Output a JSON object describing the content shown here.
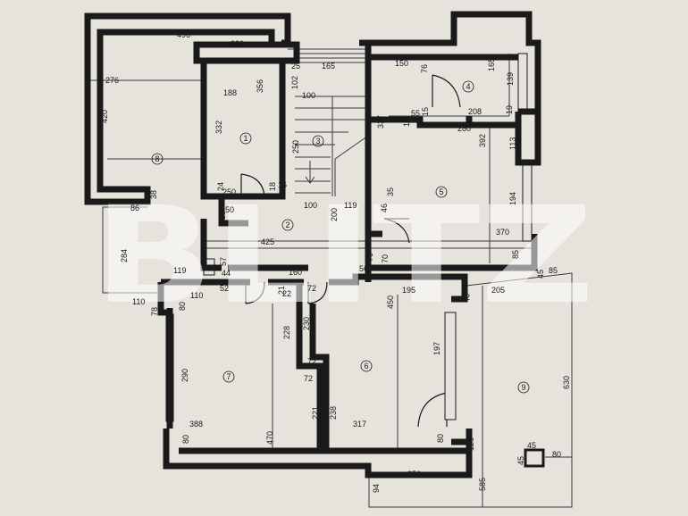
{
  "watermark": "BLITZ",
  "colors": {
    "paper": "#e6e3dd",
    "wall": "#1a1a1a",
    "line": "#3a3a3a",
    "watermark": "#ffffff"
  },
  "rooms": [
    "1",
    "2",
    "3",
    "4",
    "5",
    "6",
    "7",
    "8",
    "9"
  ],
  "dimensions": {
    "d496": "496",
    "d220": "220",
    "d276": "276",
    "d420": "420",
    "d188": "188",
    "d356": "356",
    "d332": "332",
    "d38": "38",
    "d86": "86",
    "d24": "24",
    "d250a": "250",
    "d18": "18",
    "d16": "16",
    "d50a": "50",
    "d50b": "50",
    "d25": "25",
    "d165a": "165",
    "d102": "102",
    "d100a": "100",
    "d250b": "250",
    "d100b": "100",
    "d200": "200",
    "d119a": "119",
    "d46": "46",
    "d35": "35",
    "d150": "150",
    "d76": "76",
    "d165b": "165",
    "d139": "139",
    "d337": "337",
    "d55": "55",
    "d15a": "15",
    "d15b": "15",
    "d208": "208",
    "d19": "19",
    "d280": "280",
    "d392": "392",
    "d113": "113",
    "d194": "194",
    "d425": "425",
    "d370": "370",
    "d85a": "85",
    "d284": "284",
    "d119b": "119",
    "d57": "57",
    "d44": "44",
    "d78": "78",
    "d110a": "110",
    "d52": "52",
    "d110b": "110",
    "d160": "160",
    "d21": "21",
    "d22": "22",
    "d72a": "72",
    "d56": "56",
    "d70a": "70",
    "d70b": "70",
    "d195": "195",
    "d72b": "72",
    "d205": "205",
    "d45a": "45",
    "d85b": "85",
    "d80a": "80",
    "d450": "450",
    "d228": "228",
    "d230": "230",
    "d290": "290",
    "d72c": "72",
    "d72d": "72",
    "d197": "197",
    "d630": "630",
    "d221": "221",
    "d238": "238",
    "d388": "388",
    "d317": "317",
    "d80b": "80",
    "d470": "470",
    "d80c": "80",
    "d126": "126",
    "d45b": "45",
    "d45c": "45",
    "d80d": "80",
    "d250c": "250",
    "d94": "94",
    "d585": "585"
  }
}
